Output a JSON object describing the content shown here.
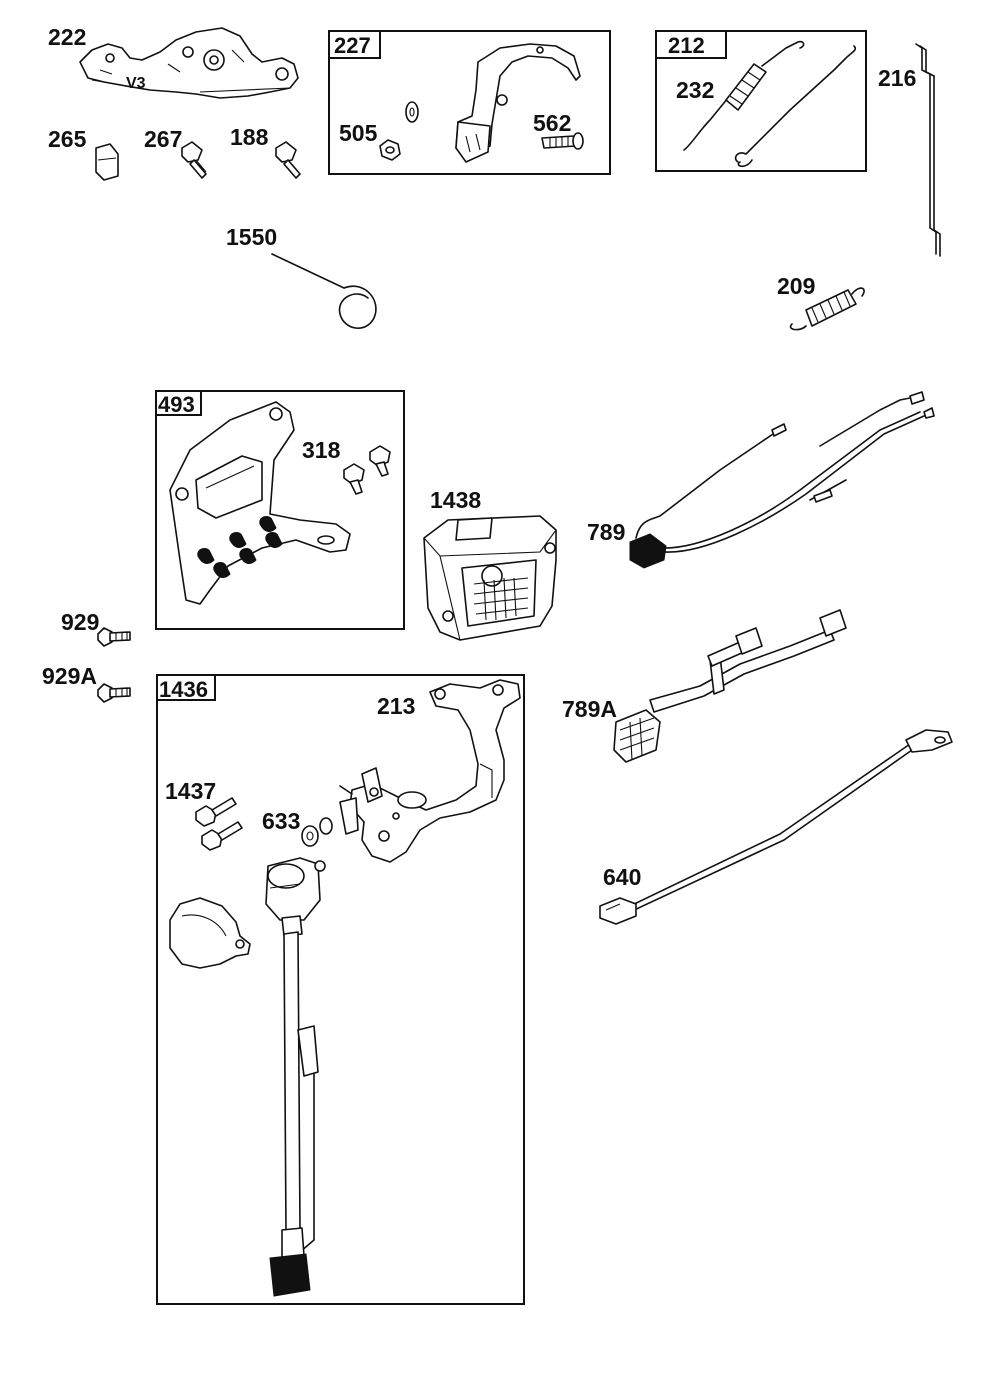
{
  "groups": [
    {
      "id": "493",
      "label": "493"
    },
    {
      "id": "227",
      "label": "227"
    },
    {
      "id": "212",
      "label": "212"
    },
    {
      "id": "1436",
      "label": "1436"
    }
  ],
  "parts": {
    "p222": "222",
    "p265": "265",
    "p267": "267",
    "p188": "188",
    "p505": "505",
    "p562": "562",
    "p232": "232",
    "p216": "216",
    "p1550": "1550",
    "p209": "209",
    "p318": "318",
    "p1438": "1438",
    "p789": "789",
    "p789A": "789A",
    "p929": "929",
    "p929A": "929A",
    "p213": "213",
    "p1437": "1437",
    "p633": "633",
    "p640": "640"
  },
  "stamp_text": "V3"
}
